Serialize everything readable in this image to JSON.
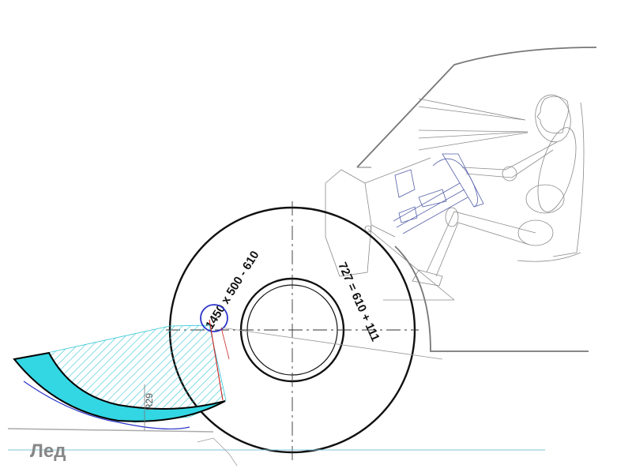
{
  "labels": {
    "tire_size": "1450 x 500 - 610",
    "tire_dims": "727 = 610 + 111",
    "radius_mark": "R29",
    "surface": "Лед"
  },
  "colors": {
    "blade_fill": "#33d6e3",
    "hatch": "#33c6d3",
    "accent_blue": "#2c35c8",
    "lines": "#8a8a8a",
    "tire": "#111111",
    "ground": "#7fc6d6",
    "ice_text": "#888888"
  }
}
